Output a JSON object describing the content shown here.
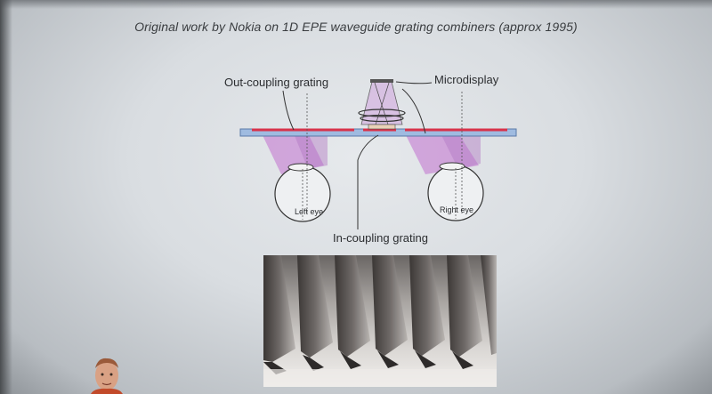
{
  "slide": {
    "caption": "Original work by Nokia on 1D EPE waveguide grating combiners (approx 1995)"
  },
  "diagram": {
    "labels": {
      "out_coupling": "Out-coupling grating",
      "microdisplay": "Microdisplay",
      "in_coupling": "In-coupling grating",
      "left_eye": "Left eye",
      "right_eye": "Right eye"
    },
    "colors": {
      "waveguide": "#7fa4d6",
      "grating": "#d8324a",
      "light_cone": "#c98fd6",
      "slide_background": "#dde0e3"
    }
  },
  "photo": {
    "subject": "grating-cross-section"
  }
}
